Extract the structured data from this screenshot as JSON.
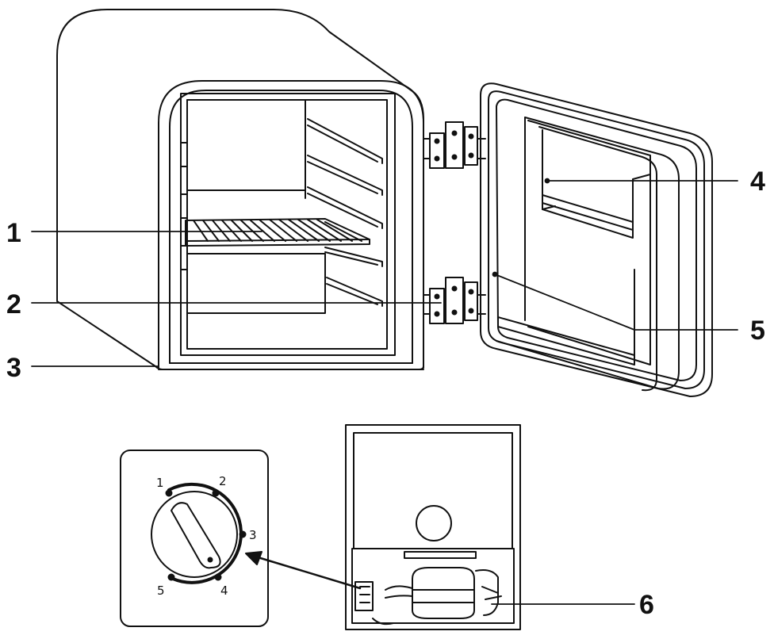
{
  "callouts": [
    {
      "id": "1",
      "label": "1"
    },
    {
      "id": "2",
      "label": "2"
    },
    {
      "id": "3",
      "label": "3"
    },
    {
      "id": "4",
      "label": "4"
    },
    {
      "id": "5",
      "label": "5"
    },
    {
      "id": "6",
      "label": "6"
    }
  ],
  "dial": {
    "labels": [
      "1",
      "2",
      "3",
      "4",
      "5"
    ]
  },
  "colors": {
    "stroke": "#111111",
    "background": "#ffffff"
  }
}
